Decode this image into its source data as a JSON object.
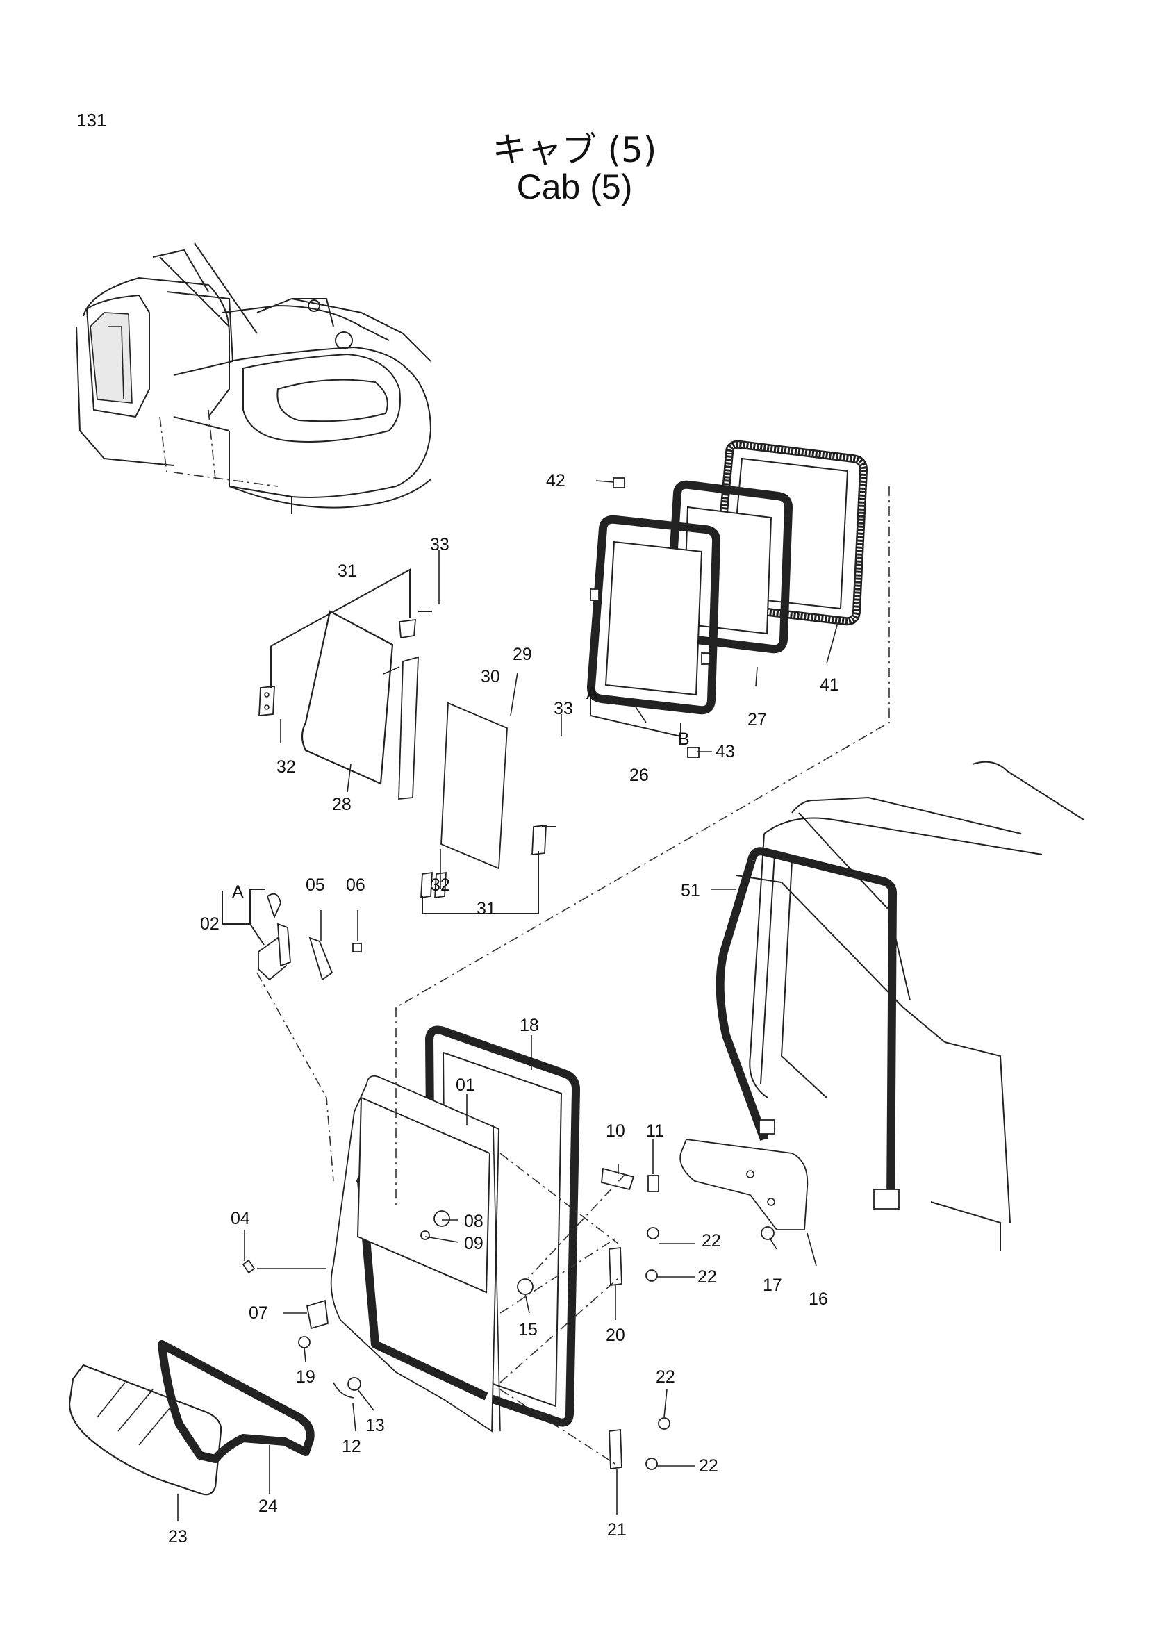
{
  "page_number": "131",
  "title_jp": "キャブ (5)",
  "title_en": "Cab (5)",
  "callouts": [
    {
      "id": "42",
      "label": "42"
    },
    {
      "id": "33a",
      "label": "33"
    },
    {
      "id": "31a",
      "label": "31"
    },
    {
      "id": "29",
      "label": "29"
    },
    {
      "id": "30",
      "label": "30"
    },
    {
      "id": "32a",
      "label": "32"
    },
    {
      "id": "28",
      "label": "28"
    },
    {
      "id": "33b",
      "label": "33"
    },
    {
      "id": "32b",
      "label": "32"
    },
    {
      "id": "31b",
      "label": "31"
    },
    {
      "id": "A1",
      "label": "A"
    },
    {
      "id": "B1",
      "label": "B"
    },
    {
      "id": "26",
      "label": "26"
    },
    {
      "id": "27",
      "label": "27"
    },
    {
      "id": "41",
      "label": "41"
    },
    {
      "id": "43",
      "label": "43"
    },
    {
      "id": "51",
      "label": "51"
    },
    {
      "id": "A2",
      "label": "A"
    },
    {
      "id": "02",
      "label": "02"
    },
    {
      "id": "05",
      "label": "05"
    },
    {
      "id": "06",
      "label": "06"
    },
    {
      "id": "18",
      "label": "18"
    },
    {
      "id": "01",
      "label": "01"
    },
    {
      "id": "10",
      "label": "10"
    },
    {
      "id": "11",
      "label": "11"
    },
    {
      "id": "08",
      "label": "08"
    },
    {
      "id": "09",
      "label": "09"
    },
    {
      "id": "04",
      "label": "04"
    },
    {
      "id": "22a",
      "label": "22"
    },
    {
      "id": "22b",
      "label": "22"
    },
    {
      "id": "17",
      "label": "17"
    },
    {
      "id": "16",
      "label": "16"
    },
    {
      "id": "07",
      "label": "07"
    },
    {
      "id": "15",
      "label": "15"
    },
    {
      "id": "20",
      "label": "20"
    },
    {
      "id": "19",
      "label": "19"
    },
    {
      "id": "22c",
      "label": "22"
    },
    {
      "id": "13",
      "label": "13"
    },
    {
      "id": "12",
      "label": "12"
    },
    {
      "id": "22d",
      "label": "22"
    },
    {
      "id": "24",
      "label": "24"
    },
    {
      "id": "21",
      "label": "21"
    },
    {
      "id": "23",
      "label": "23"
    }
  ]
}
